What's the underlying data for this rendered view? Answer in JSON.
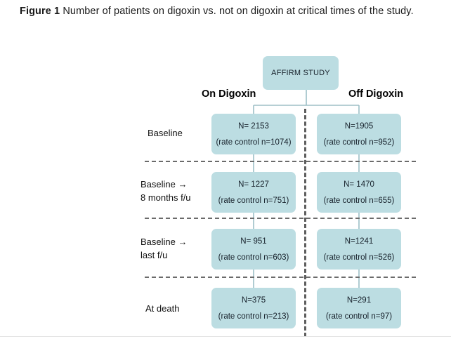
{
  "caption": {
    "label": "Figure 1",
    "text": " Number of patients on digoxin vs. not on digoxin at critical times of the study."
  },
  "diagram": {
    "root_node": {
      "label": "AFFIRM STUDY"
    },
    "columns": [
      {
        "id": "on-digoxin",
        "header": "On Digoxin"
      },
      {
        "id": "off-digoxin",
        "header": "Off Digoxin"
      }
    ],
    "rows": [
      {
        "id": "baseline",
        "label": "Baseline",
        "cells": [
          {
            "n_text": "N= 2153",
            "sub_text": "(rate control n=1074)"
          },
          {
            "n_text": "N=1905",
            "sub_text": "(rate control n=952)"
          }
        ]
      },
      {
        "id": "baseline-8-months",
        "label": "Baseline →\n8 months f/u",
        "cells": [
          {
            "n_text": "N= 1227",
            "sub_text": "(rate control n=751)"
          },
          {
            "n_text": "N= 1470",
            "sub_text": "(rate control n=655)"
          }
        ]
      },
      {
        "id": "baseline-last-fu",
        "label": "Baseline →\nlast f/u",
        "cells": [
          {
            "n_text": "N= 951",
            "sub_text": "(rate control n=603)"
          },
          {
            "n_text": "N=1241",
            "sub_text": "(rate control n=526)"
          }
        ]
      },
      {
        "id": "at-death",
        "label": "At death",
        "cells": [
          {
            "n_text": "N=375",
            "sub_text": "(rate control n=213)"
          },
          {
            "n_text": "N=291",
            "sub_text": "(rate control n=97)"
          }
        ]
      }
    ]
  },
  "colors": {
    "node_fill": "#bcdde2",
    "connector": "#9dbfc6",
    "separator_dashed": "#6b6b6b",
    "center_divider": "#5e5e5e",
    "text": "#16202a"
  }
}
